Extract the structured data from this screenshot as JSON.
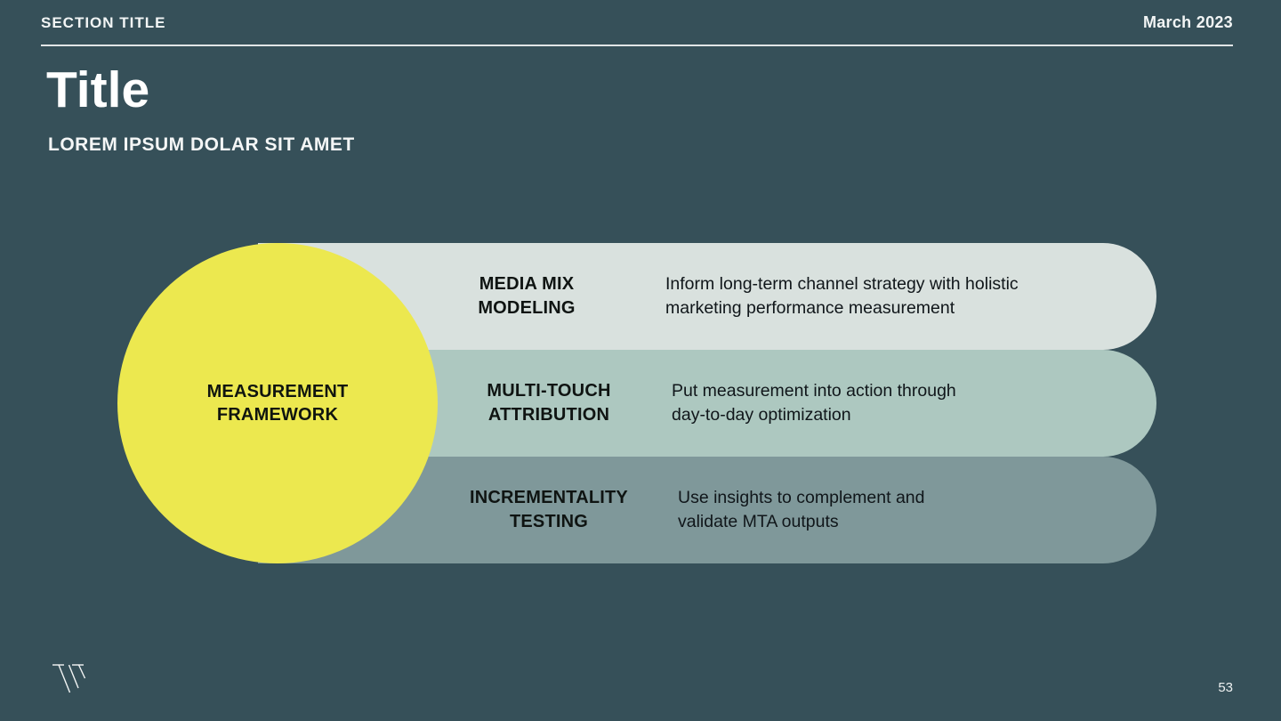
{
  "slide": {
    "section_title": "SECTION TITLE",
    "date": "March 2023",
    "title": "Title",
    "subtitle": "LOREM IPSUM DOLAR SIT AMET",
    "page_number": "53"
  },
  "diagram": {
    "hub": {
      "label": "MEASUREMENT\nFRAMEWORK",
      "color": "#ece84f"
    },
    "rows": [
      {
        "label": "MEDIA MIX\nMODELING",
        "description": "Inform long-term channel strategy with holistic\nmarketing performance measurement",
        "color": "#d9e1de"
      },
      {
        "label": "MULTI-TOUCH\nATTRIBUTION",
        "description": "Put measurement into action through\nday-to-day optimization",
        "color": "#adc8c0"
      },
      {
        "label": "INCREMENTALITY\nTESTING",
        "description": "Use insights to complement and\nvalidate MTA outputs",
        "color": "#7f989a"
      }
    ]
  },
  "colors": {
    "background": "#365059",
    "text_light": "#ffffff",
    "text_dark": "#10161a"
  },
  "icons": {
    "logo": "w-slashes-logo"
  }
}
